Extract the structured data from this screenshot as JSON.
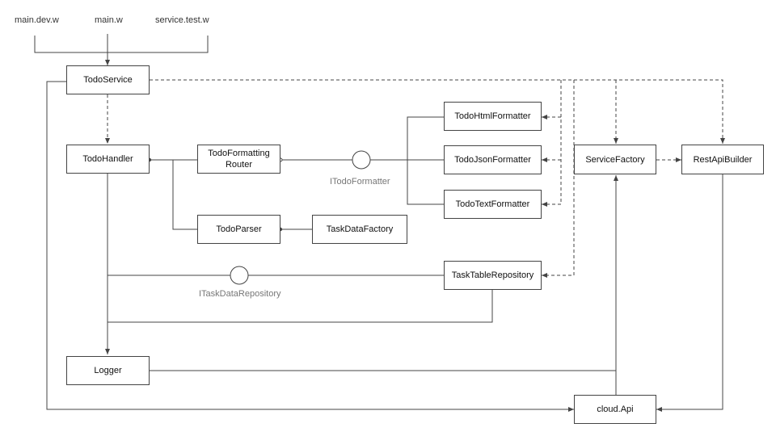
{
  "entry_points": {
    "main_dev": "main.dev.w",
    "main": "main.w",
    "service_test": "service.test.w"
  },
  "components": {
    "todo_service": "TodoService",
    "todo_handler": "TodoHandler",
    "todo_formatting_router": "TodoFormatting\nRouter",
    "todo_parser": "TodoParser",
    "task_data_factory": "TaskDataFactory",
    "todo_html_formatter": "TodoHtmlFormatter",
    "todo_json_formatter": "TodoJsonFormatter",
    "todo_text_formatter": "TodoTextFormatter",
    "task_table_repository": "TaskTableRepository",
    "logger": "Logger",
    "service_factory": "ServiceFactory",
    "rest_api_builder": "RestApiBuilder",
    "cloud_api": "cloud.Api"
  },
  "interfaces": {
    "itodo_formatter": "ITodoFormatter",
    "itask_data_repository": "ITaskDataRepository"
  },
  "colors": {
    "line": "#444444",
    "interface_label": "#777777"
  }
}
